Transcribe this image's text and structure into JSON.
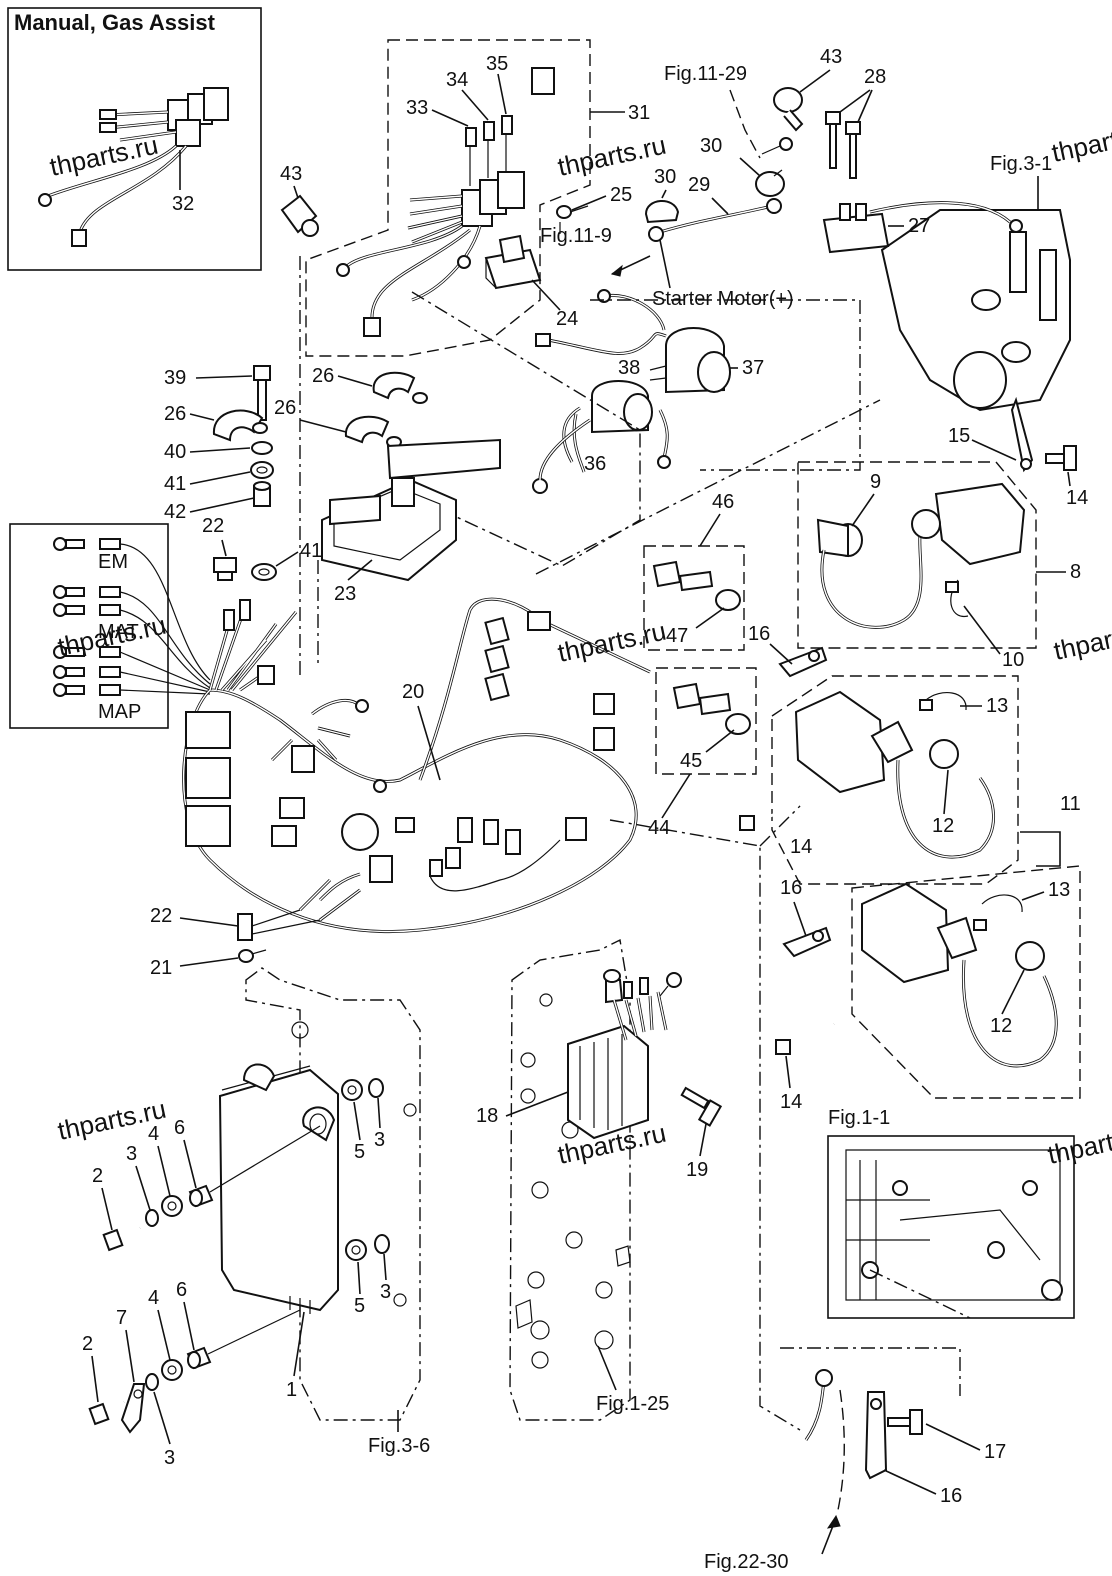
{
  "inset": {
    "title": "Manual, Gas Assist",
    "part": "32"
  },
  "sensor_labels": {
    "em": "EM",
    "mat": "MAT",
    "map": "MAP"
  },
  "watermark": "thparts.ru",
  "refs": {
    "fig_11_29": "Fig.11-29",
    "fig_3_1": "Fig.3-1",
    "fig_11_9": "Fig.11-9",
    "starter_motor": "Starter Motor(+)",
    "fig_1_1": "Fig.1-1",
    "fig_1_25": "Fig.1-25",
    "fig_3_6": "Fig.3-6",
    "fig_22_30": "Fig.22-30"
  },
  "callouts": {
    "c35": "35",
    "c34": "34",
    "c33": "33",
    "c31": "31",
    "c43a": "43",
    "c43b": "43",
    "c28": "28",
    "c30a": "30",
    "c30b": "30",
    "c29": "29",
    "c25": "25",
    "c27": "27",
    "c24": "24",
    "c38": "38",
    "c37": "37",
    "c39": "39",
    "c26a": "26",
    "c26b": "26",
    "c40": "40",
    "c41a": "41",
    "c41b": "41",
    "c42": "42",
    "c22a": "22",
    "c23": "23",
    "c36": "36",
    "c15": "15",
    "c14a": "14",
    "c9": "9",
    "c8": "8",
    "c10": "10",
    "c46": "46",
    "c47": "47",
    "c16a": "16",
    "c20": "20",
    "c13a": "13",
    "c12a": "12",
    "c11": "11",
    "c45": "45",
    "c44": "44",
    "c14b": "14",
    "c22b": "22",
    "c21": "21",
    "c16b": "16",
    "c13b": "13",
    "c12b": "12",
    "c14c": "14",
    "c18": "18",
    "c19": "19",
    "c6a": "6",
    "c5a": "5",
    "c3a": "3",
    "c2a": "2",
    "c3b": "3",
    "c4a": "4",
    "c5b": "5",
    "c3c": "3",
    "c7": "7",
    "c4b": "4",
    "c6b": "6",
    "c2b": "2",
    "c1": "1",
    "c3d": "3",
    "c17": "17",
    "c16c": "16"
  }
}
